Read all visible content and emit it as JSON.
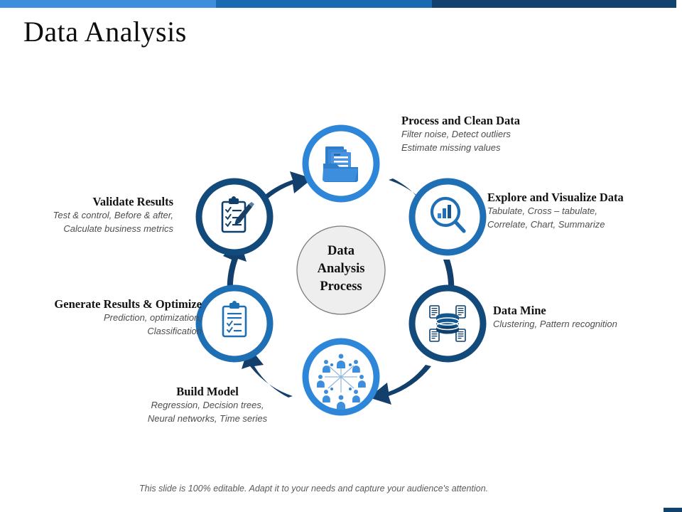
{
  "slide": {
    "title": "Data Analysis",
    "footer_note": "This slide is 100% editable.  Adapt it to your needs and capture your audience's attention."
  },
  "top_bar": {
    "segments": [
      {
        "name": "light",
        "color": "#3e8ede"
      },
      {
        "name": "medium",
        "color": "#1a6cb2"
      },
      {
        "name": "dark",
        "color": "#12426e"
      }
    ]
  },
  "center": {
    "line1": "Data",
    "line2": "Analysis",
    "line3": "Process",
    "fill": "#eeeeee",
    "stroke": "#7a7a7a"
  },
  "palette": {
    "light_blue": "#2e86d8",
    "mid_blue": "#1f6fb5",
    "dark_navy": "#114a7b",
    "arrow": "#123f6b",
    "icon_light": "#3e8ede",
    "icon_mid": "#1f6fb5",
    "icon_dark": "#0f3f6b"
  },
  "nodes": [
    {
      "id": "process-and-clean-data",
      "heading": "Process and Clean Data",
      "desc_lines": [
        "Filter noise, Detect outliers",
        "Estimate missing values"
      ],
      "icon": "documents-folder-icon",
      "ring_color": "#2e86d8",
      "position": "top"
    },
    {
      "id": "explore-and-visualize-data",
      "heading": "Explore and Visualize Data",
      "desc_lines": [
        "Tabulate,  Cross – tabulate,",
        "Correlate,  Chart,  Summarize"
      ],
      "icon": "chart-magnifier-icon",
      "ring_color": "#1f6fb5",
      "position": "top-right"
    },
    {
      "id": "data-mine",
      "heading": "Data Mine",
      "desc_lines": [
        "Clustering, Pattern recognition"
      ],
      "icon": "database-network-icon",
      "ring_color": "#114a7b",
      "position": "bottom-right"
    },
    {
      "id": "build-model",
      "heading": "Build Model",
      "desc_lines": [
        "Regression, Decision trees,",
        "Neural networks,  Time series"
      ],
      "icon": "people-network-icon",
      "ring_color": "#2e86d8",
      "position": "bottom"
    },
    {
      "id": "generate-results-and-optimize",
      "heading": "Generate Results & Optimize",
      "desc_lines": [
        "Prediction, optimization,",
        "Classification"
      ],
      "icon": "clipboard-checklist-icon",
      "ring_color": "#1f6fb5",
      "position": "bottom-left"
    },
    {
      "id": "validate-results",
      "heading": "Validate Results",
      "desc_lines": [
        "Test & control, Before & after,",
        "Calculate business metrics"
      ],
      "icon": "clipboard-pen-icon",
      "ring_color": "#114a7b",
      "position": "top-left"
    }
  ]
}
